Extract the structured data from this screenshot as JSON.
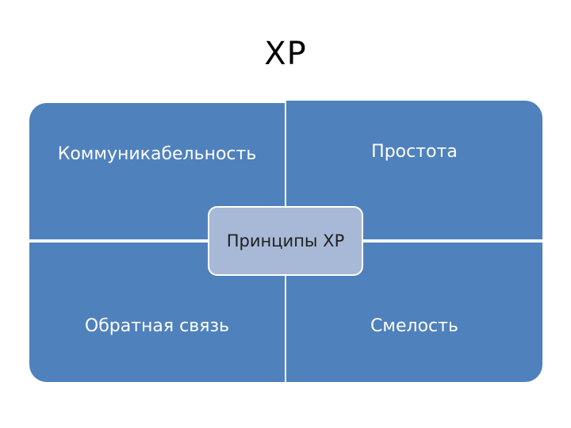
{
  "title": "XP",
  "diagram": {
    "center_label": "Принципы XP",
    "quadrants": {
      "top_left": "Коммуникабельность",
      "top_right": "Простота",
      "bottom_left": "Обратная связь",
      "bottom_right": "Смелость"
    },
    "colors": {
      "quadrant_fill": "#4f81bd",
      "center_fill": "#a7b9d6",
      "separator": "#ffffff"
    }
  }
}
